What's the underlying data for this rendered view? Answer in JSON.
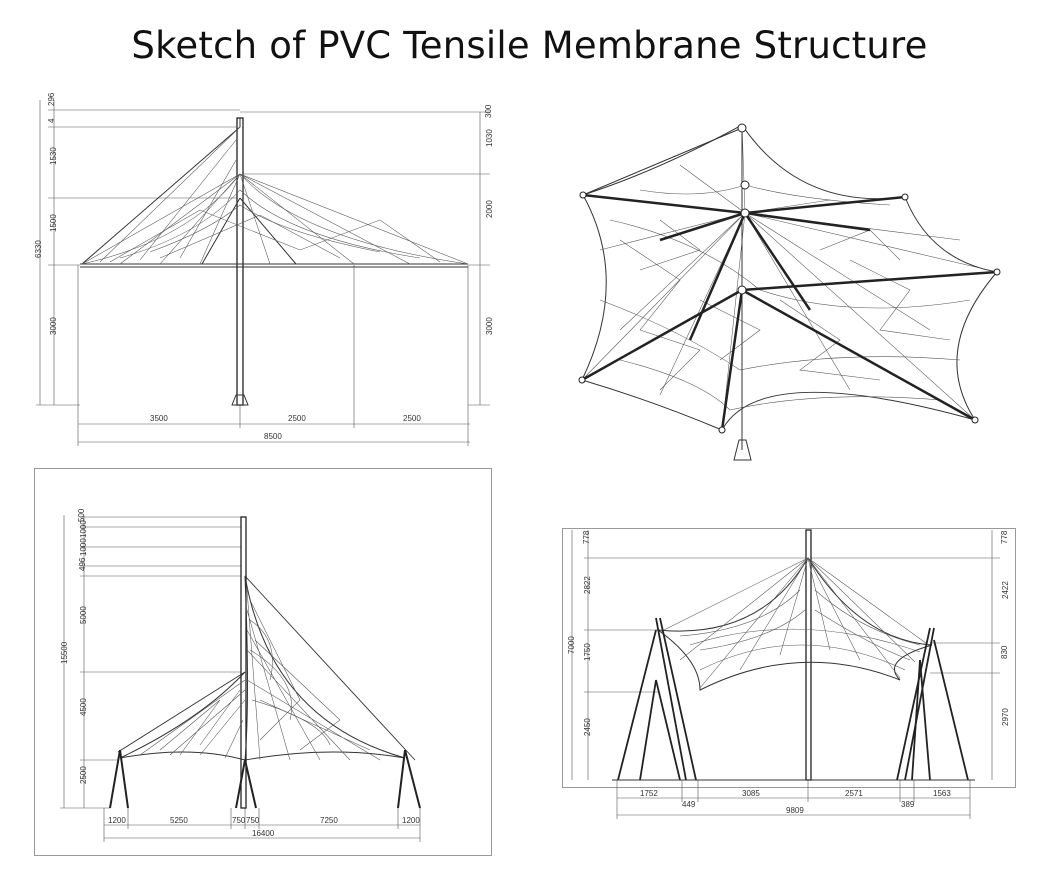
{
  "title": "Sketch of PVC Tensile Membrane Structure",
  "panels": {
    "front": {
      "left_dims": [
        "296",
        "4",
        "1530",
        "1500",
        "3000"
      ],
      "total_height": "6330",
      "right_dims": [
        "300",
        "1030",
        "2000",
        "3000"
      ],
      "bottom_dims": [
        "3500",
        "2500",
        "2500"
      ],
      "bottom_total": "8500"
    },
    "iso": {},
    "side": {
      "left_dims": [
        "500",
        "1000",
        "1000",
        "496",
        "5000",
        "4500",
        "2500"
      ],
      "total_height": "15500",
      "bottom_dims": [
        "1200",
        "5250",
        "750",
        "750",
        "7250",
        "1200"
      ],
      "bottom_total": "16400"
    },
    "multi": {
      "left_dims": [
        "778",
        "2822",
        "1750",
        "2450"
      ],
      "total_height": "7000",
      "right_dims": [
        "778",
        "2422",
        "830",
        "2970"
      ],
      "bottom_dims": [
        "1752",
        "449",
        "3085",
        "2571",
        "389",
        "1563"
      ],
      "bottom_total": "9809"
    }
  }
}
